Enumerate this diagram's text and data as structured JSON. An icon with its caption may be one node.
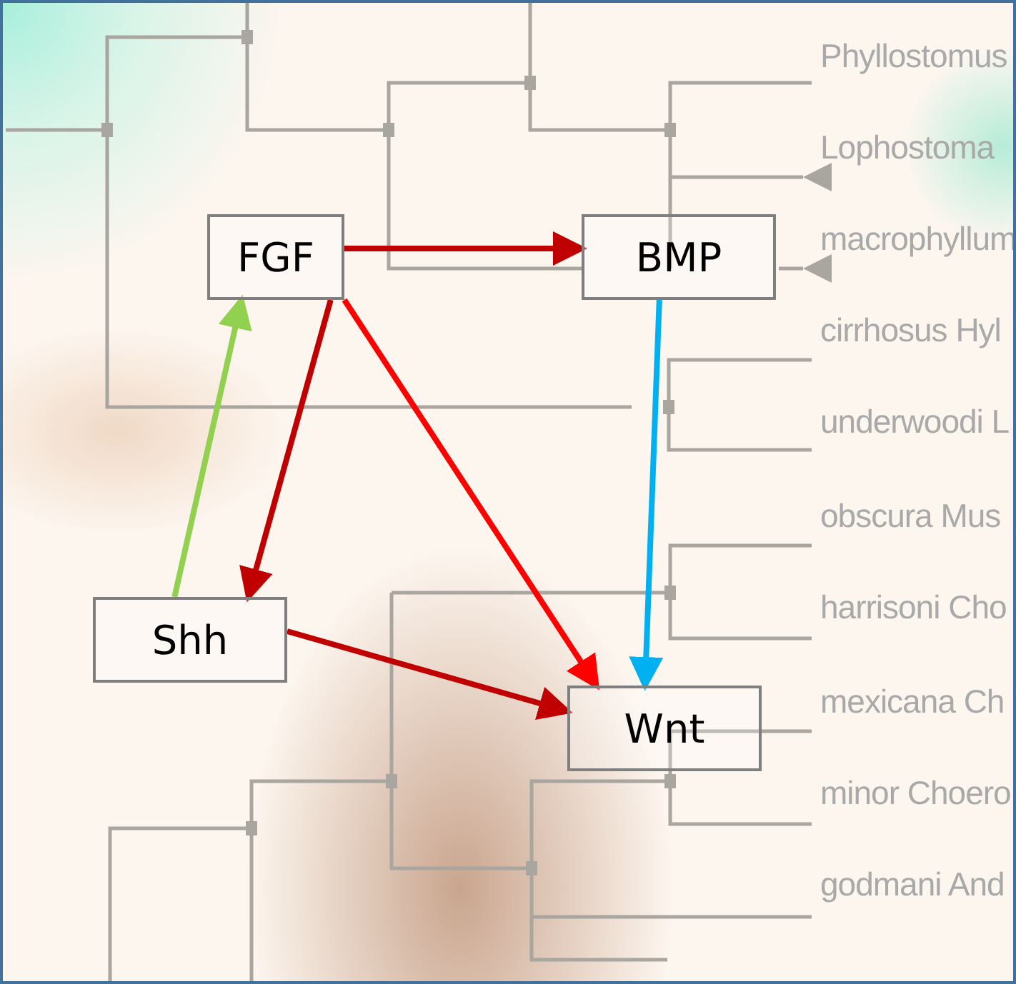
{
  "diagram": {
    "nodes": [
      {
        "text": [
          "FGF"
        ]
      },
      {
        "text": [
          "BMP"
        ]
      },
      {
        "text": [
          "Shh"
        ]
      },
      {
        "text": [
          "Wnt"
        ]
      }
    ],
    "edges": [
      {
        "from": 0,
        "to": 1,
        "arrow": "to"
      },
      {
        "from": 0,
        "to": 2,
        "arrow": "to"
      },
      {
        "from": 0,
        "to": 3,
        "arrow": "to",
        "color": "#ff0000"
      },
      {
        "from": 2,
        "to": 0,
        "arrow": "to",
        "color": "#92d050"
      },
      {
        "from": 2,
        "to": 3,
        "arrow": "to"
      },
      {
        "from": 1,
        "to": 3,
        "arrow": "to",
        "color": "#00b0f0"
      }
    ],
    "labels": [
      "Phyllostomus",
      "Lophostoma",
      "macrophyllum",
      "cirrhosus Hyl",
      "underwoodi L",
      "obscura Mus",
      "harrisoni Cho",
      "mexicana Ch",
      "minor Choero",
      "godmani And"
    ]
  }
}
